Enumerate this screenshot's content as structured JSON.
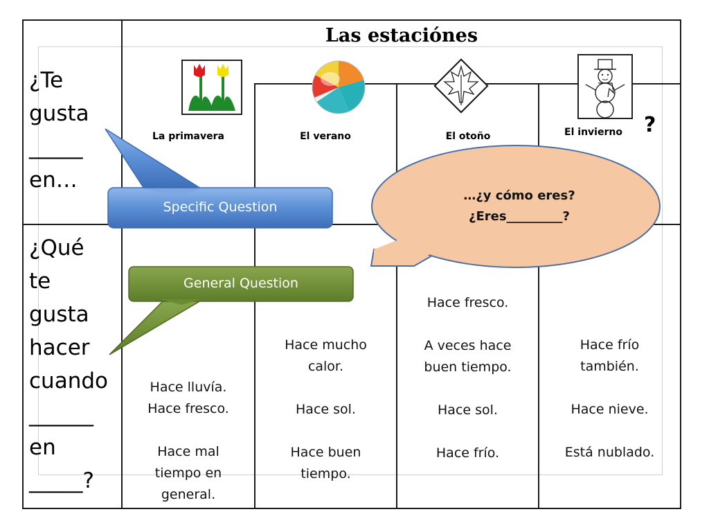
{
  "title": "Las estaciónes",
  "row1_question": [
    "¿Te",
    "gusta",
    "_____",
    "en…"
  ],
  "row2_question": [
    "¿Qué",
    "te",
    "gusta",
    "hacer",
    "cuando",
    "______",
    "en",
    "_____?"
  ],
  "seasons": [
    {
      "label": "La primavera",
      "icon": "tulips-icon"
    },
    {
      "label": "El verano",
      "icon": "beach-ball-icon"
    },
    {
      "label": "El otoño",
      "icon": "maple-leaf-icon"
    },
    {
      "label": "El invierno",
      "icon": "snowman-icon"
    }
  ],
  "question_mark": "?",
  "callouts": {
    "specific": "Specific Question",
    "general": "General Question",
    "ellipse_line1": "…¿y cómo eres?",
    "ellipse_line2": "¿Eres_________?"
  },
  "weather": {
    "primavera": [
      "Hace lluvía.",
      "Hace fresco.",
      "",
      "Hace mal",
      "tiempo en",
      "general."
    ],
    "verano": [
      "Hace mucho",
      "calor.",
      "",
      "Hace sol.",
      "",
      "Hace buen",
      "tiempo."
    ],
    "otono": [
      "Hace fresco.",
      "",
      "A veces hace",
      "buen tiempo.",
      "",
      "Hace sol.",
      "",
      "Hace frío."
    ],
    "invierno": [
      "Hace frío",
      "también.",
      "",
      "",
      "Hace nieve.",
      "",
      "Está nublado."
    ]
  },
  "colors": {
    "specific_callout": "#4a86d0",
    "general_callout": "#6f8e35",
    "ellipse_fill": "#f5c7a3",
    "ellipse_border": "#4a6fa5"
  }
}
